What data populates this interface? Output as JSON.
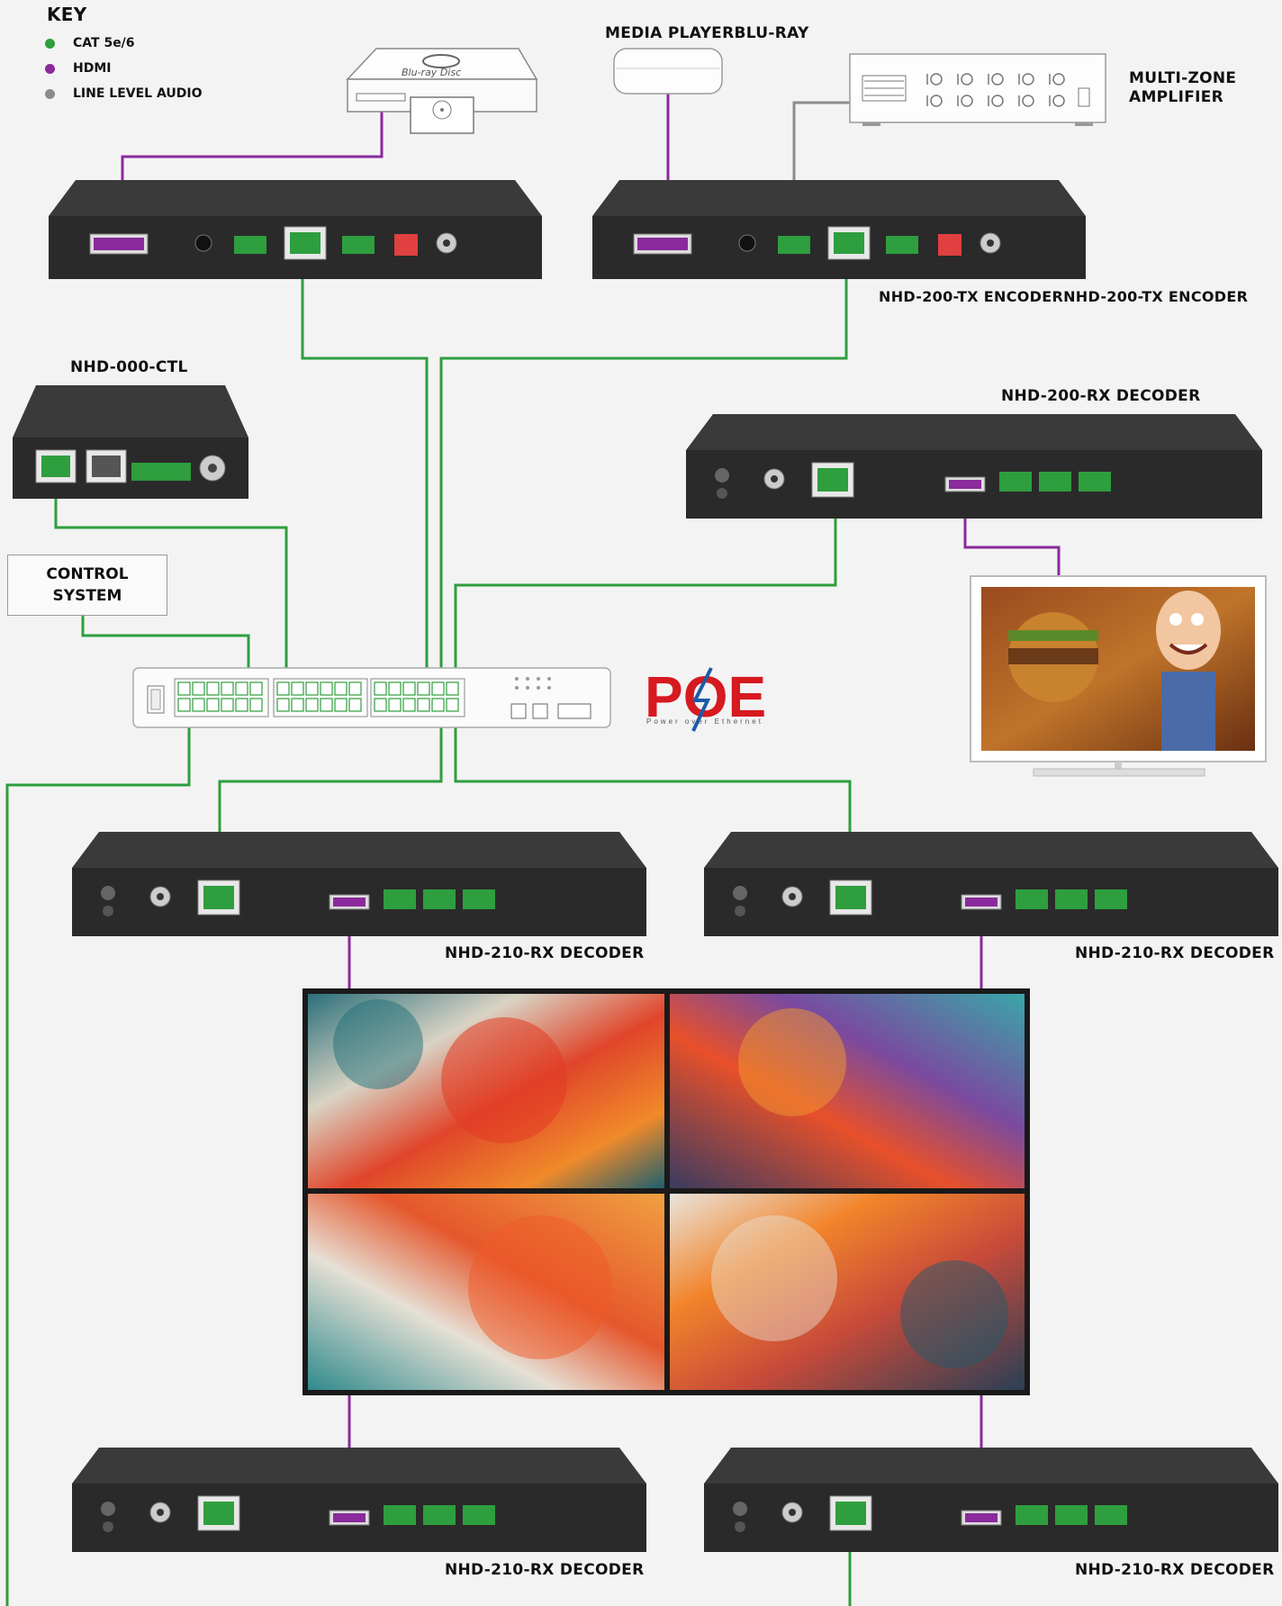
{
  "key": {
    "title": "KEY",
    "items": [
      {
        "label": "CAT 5e/6",
        "color": "#2e9e3e"
      },
      {
        "label": "HDMI",
        "color": "#8a2a9c"
      },
      {
        "label": "LINE LEVEL AUDIO",
        "color": "#8c8c8c"
      }
    ]
  },
  "labels": {
    "media_player": "MEDIA PLAYERBLU-RAY",
    "amplifier_line1": "MULTI-ZONE",
    "amplifier_line2": "AMPLIFIER",
    "encoders": "NHD-200-TX ENCODERNHD-200-TX ENCODER",
    "controller": "NHD-000-CTL",
    "decoder_200": "NHD-200-RX DECODER",
    "control_system_line1": "CONTROL",
    "control_system_line2": "SYSTEM",
    "decoder_210_a": "NHD-210-RX DECODER",
    "decoder_210_b": "NHD-210-RX DECODER",
    "decoder_210_c": "NHD-210-RX DECODER",
    "decoder_210_d": "NHD-210-RX DECODER"
  },
  "logos": {
    "poe_main": "POE",
    "poe_sub": "Power over Ethernet"
  },
  "colors": {
    "cat": "#2e9e3e",
    "hdmi": "#8a2a9c",
    "audio": "#8c8c8c",
    "device": "#2a2a2a",
    "poe": "#d71920"
  }
}
